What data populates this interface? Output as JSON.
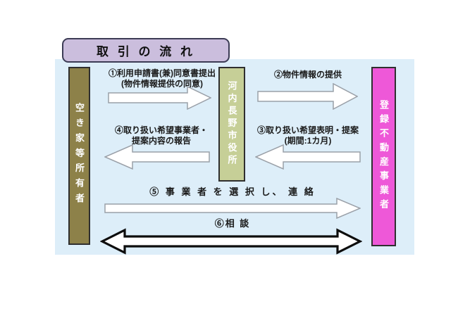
{
  "title": "取 引 の 流 れ",
  "actors": {
    "owner": {
      "label": "空き家等所有者"
    },
    "city": {
      "label": "河内長野市役所"
    },
    "agent": {
      "label": "登録不動産事業者"
    }
  },
  "steps": [
    {
      "id": "step1",
      "direction": "right",
      "line1": "①利用申請書(兼)同意書提出",
      "line2": "(物件情報提供の同意)"
    },
    {
      "id": "step2",
      "direction": "right",
      "line1": "②物件情報の提供",
      "line2": ""
    },
    {
      "id": "step3",
      "direction": "left",
      "line1": "③取り扱い希望表明・提案",
      "line2": "(期間:1カ月)"
    },
    {
      "id": "step4",
      "direction": "left",
      "line1": "④取り扱い希望事業者・",
      "line2": "提案内容の報告"
    },
    {
      "id": "step5",
      "direction": "right",
      "line1": "⑤ 事 業 者 を 選 択 し、 連 絡",
      "line2": ""
    },
    {
      "id": "step6",
      "direction": "both",
      "line1": "⑥相 談",
      "line2": ""
    }
  ],
  "colors": {
    "panel_background": "#ddeef9",
    "title_fill": "#cbbedd",
    "owner_bar": "#8d8149",
    "city_bar": "#c6cf97",
    "agent_bar": "#ee58d8",
    "arrow_fill": "#ffffff",
    "arrow_outline": "#9aa0a8",
    "consult_arrow_outline": "#0d0d0d"
  }
}
